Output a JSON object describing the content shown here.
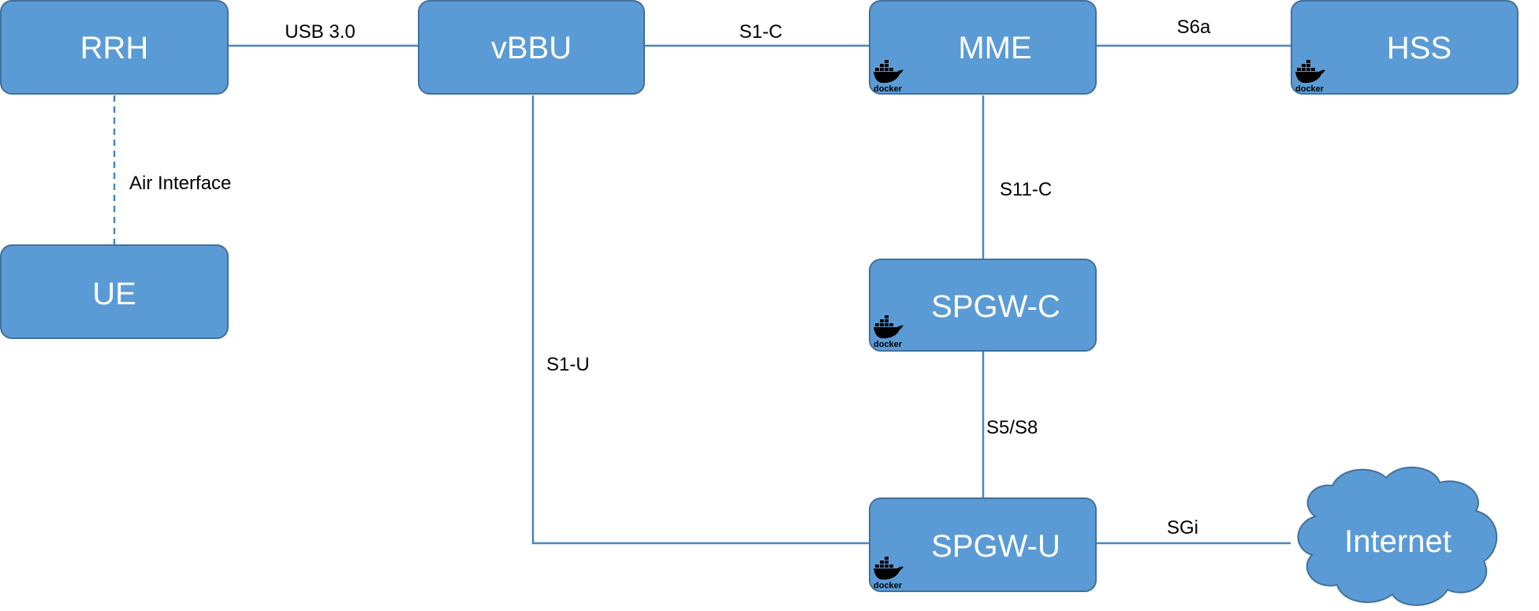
{
  "nodes": {
    "rrh": "RRH",
    "vbbu": "vBBU",
    "mme": "MME",
    "hss": "HSS",
    "ue": "UE",
    "spgw_c": "SPGW-C",
    "spgw_u": "SPGW-U",
    "internet": "Internet"
  },
  "edges": {
    "rrh_vbbu": "USB 3.0",
    "vbbu_mme": "S1-C",
    "mme_hss": "S6a",
    "rrh_ue": "Air Interface",
    "mme_spgwc": "S11-C",
    "vbbu_spgwu": "S1-U",
    "spgwc_spgwu": "S5/S8",
    "spgwu_internet": "SGi"
  },
  "docker_badge": {
    "text": "docker",
    "icon": "docker-whale-icon"
  },
  "colors": {
    "node_fill": "#5b9bd5",
    "node_border": "#41719c",
    "edge": "#4a86c0",
    "node_text": "#ffffff"
  }
}
